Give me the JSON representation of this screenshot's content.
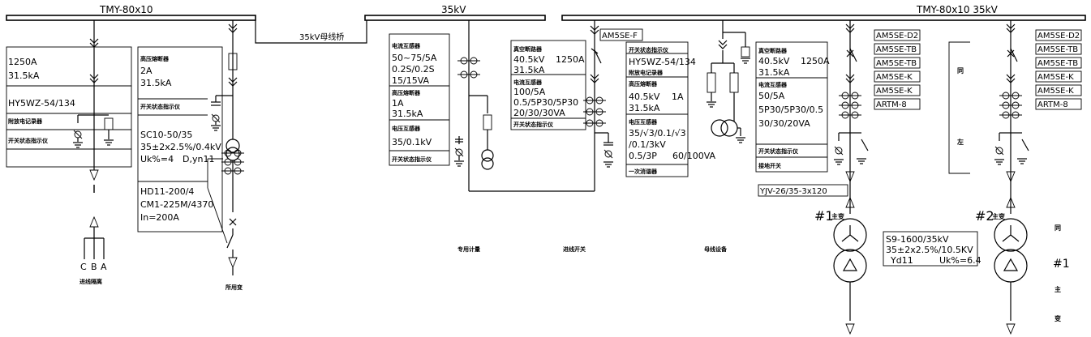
{
  "buses": {
    "left": "TMY-80x10",
    "middle": "35kV",
    "right": "TMY-80x10  35kV",
    "tie": "35kV母线桥"
  },
  "panel_incoming": {
    "rating_1": "1250A",
    "rating_2": "31.5kA",
    "arrester": "HY5WZ-54/134",
    "arrester_label": "附放电记录器",
    "indicator": "开关状态指示仪",
    "phases": [
      "C",
      "B",
      "A"
    ],
    "caption": "进线隔离"
  },
  "panel_station_transformer": {
    "fuse_title": "高压熔断器",
    "fuse_current": "2A",
    "fuse_break": "31.5kA",
    "indicator": "开关状态指示仪",
    "transformer_model": "SC10-50/35",
    "transformer_ratio": "35±2x2.5%/0.4kV",
    "transformer_uk": "Uk%=4",
    "transformer_group": "D,yn11",
    "switch_1": "HD11-200/4",
    "switch_2": "CM1-225M/4370",
    "switch_3": "In=200A",
    "caption": "所用变"
  },
  "panel_metering": {
    "ct_title": "电流互感器",
    "ct_ratio": "50~75/5A",
    "ct_class": "0.2S/0.2S",
    "ct_va": "15/15VA",
    "fuse_title": "高压熔断器",
    "fuse_current": "1A",
    "fuse_break": "31.5kA",
    "pt_title": "电压互感器",
    "pt_ratio": "35/0.1kV",
    "indicator": "开关状态指示仪",
    "caption": "专用计量"
  },
  "panel_incoming_switch": {
    "breaker_title": "真空断路器",
    "breaker_voltage": "40.5kV",
    "breaker_current": "1250A",
    "breaker_break": "31.5kA",
    "ct_title": "电流互感器",
    "ct_ratio": "100/5A",
    "ct_class": "0.5/5P30/5P30",
    "ct_va": "20/30/30VA",
    "indicator": "开关状态指示仪",
    "relay": "AM5SE-F",
    "caption": "进线开关"
  },
  "panel_bus_pt": {
    "indicator": "开关状态指示仪",
    "arrester": "HY5WZ-54/134",
    "arrester_label": "附放电记录器",
    "fuse_title": "高压熔断器",
    "fuse_voltage": "40.5kV",
    "fuse_current": "1A",
    "fuse_break": "31.5kA",
    "pt_title": "电压互感器",
    "pt_ratio_1": "35/√3/0.1/√3",
    "pt_ratio_2": "/0.1/3kV",
    "pt_class": "0.5/3P",
    "pt_va": "60/100VA",
    "resonance": "一次消谐器",
    "caption": "母线设备"
  },
  "panel_transformer_1": {
    "breaker_title": "真空断路器",
    "breaker_voltage": "40.5kV",
    "breaker_current": "1250A",
    "breaker_break": "31.5kA",
    "ct_title": "电流互感器",
    "ct_ratio": "50/5A",
    "ct_class": "5P30/5P30/0.5",
    "ct_va": "30/30/20VA",
    "indicator": "开关状态指示仪",
    "earth_switch": "接地开关",
    "cable": "YJV-26/35-3x120",
    "relays": [
      "AM5SE-D2",
      "AM5SE-TB",
      "AM5SE-TB",
      "AM5SE-K",
      "AM5SE-K",
      "ARTM-8"
    ],
    "tag_num": "#1",
    "tag_text": "主变",
    "transformer_model": "S9-1600/35kV",
    "transformer_ratio": "35±2x2.5%/10.5KV",
    "transformer_group": "Yd11",
    "transformer_uk": "Uk%=6.4"
  },
  "panel_transformer_2": {
    "note_top": "同",
    "note_bottom": "左",
    "relays": [
      "AM5SE-D2",
      "AM5SE-TB",
      "AM5SE-TB",
      "AM5SE-K",
      "AM5SE-K",
      "ARTM-8"
    ],
    "tag_num": "#2",
    "tag_text": "主变",
    "side_1": "同",
    "side_2": "#1",
    "side_3": "主",
    "side_4": "变"
  }
}
